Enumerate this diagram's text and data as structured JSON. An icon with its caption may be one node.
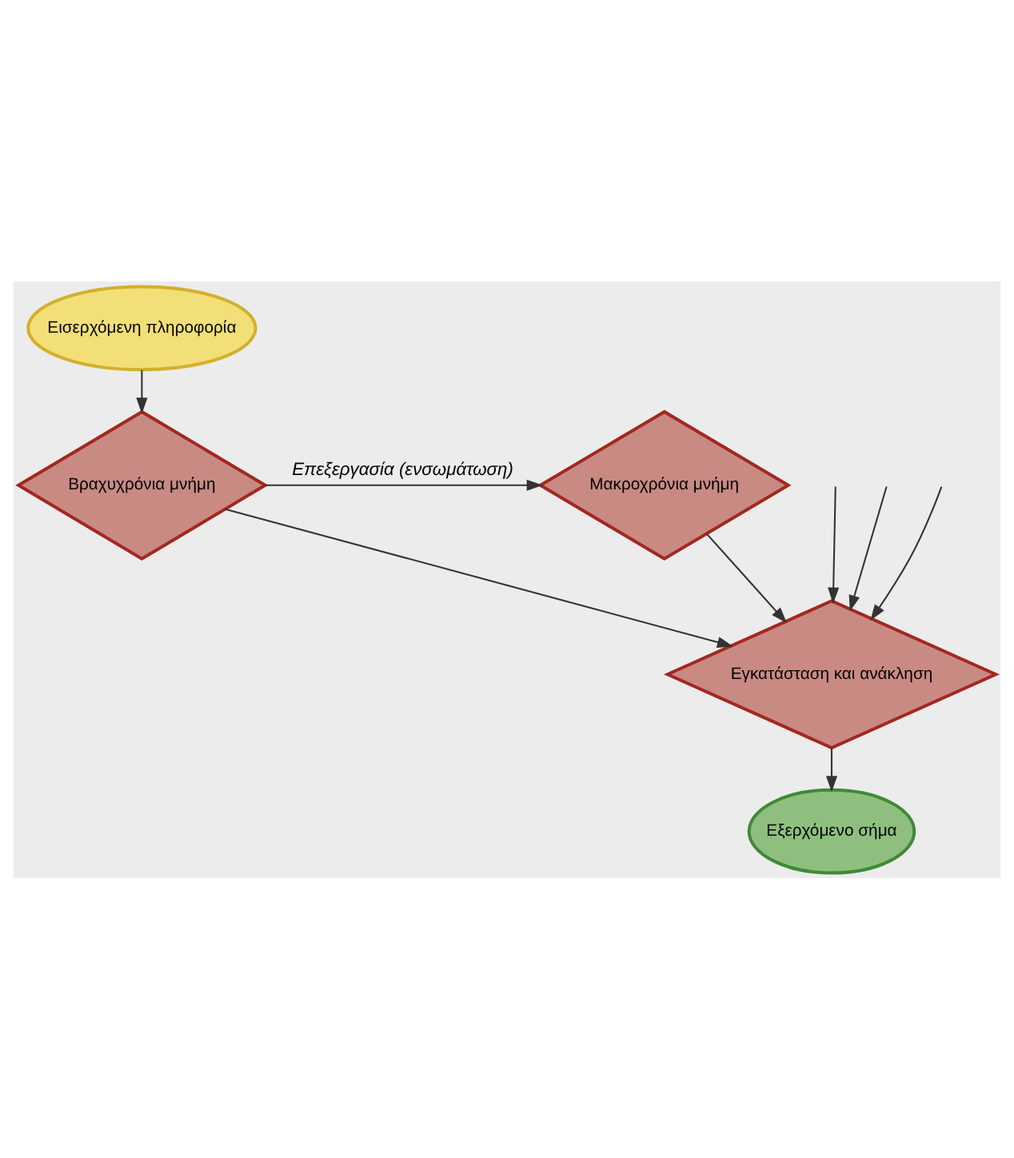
{
  "diagram": {
    "nodes": [
      {
        "text": [
          "Εισερχόμενη πληροφορία"
        ]
      },
      {
        "text": [
          "Βραχυχρόνια μνήμη"
        ]
      },
      {
        "text": [
          "Μακροχρόνια μνήμη"
        ]
      },
      {
        "text": [
          "Εγκατάσταση και ανάκληση"
        ]
      },
      {
        "text": [
          "Εξερχόμενο σήμα"
        ]
      }
    ],
    "edges": [
      {
        "from": 0,
        "to": 1,
        "arrow": "to"
      },
      {
        "from": 1,
        "to": 2,
        "label": "Επεξεργασία (ενσωμάτωση)",
        "arrow": "to"
      },
      {
        "from": null,
        "to": 3,
        "arrow": "to"
      },
      {
        "from": null,
        "to": 3,
        "arrow": "to"
      },
      {
        "from": null,
        "to": 3,
        "arrow": "to"
      },
      {
        "from": 1,
        "to": 3,
        "arrow": "to"
      },
      {
        "from": 2,
        "to": 3,
        "arrow": "to"
      },
      {
        "from": 3,
        "to": 4,
        "arrow": "to"
      }
    ]
  }
}
